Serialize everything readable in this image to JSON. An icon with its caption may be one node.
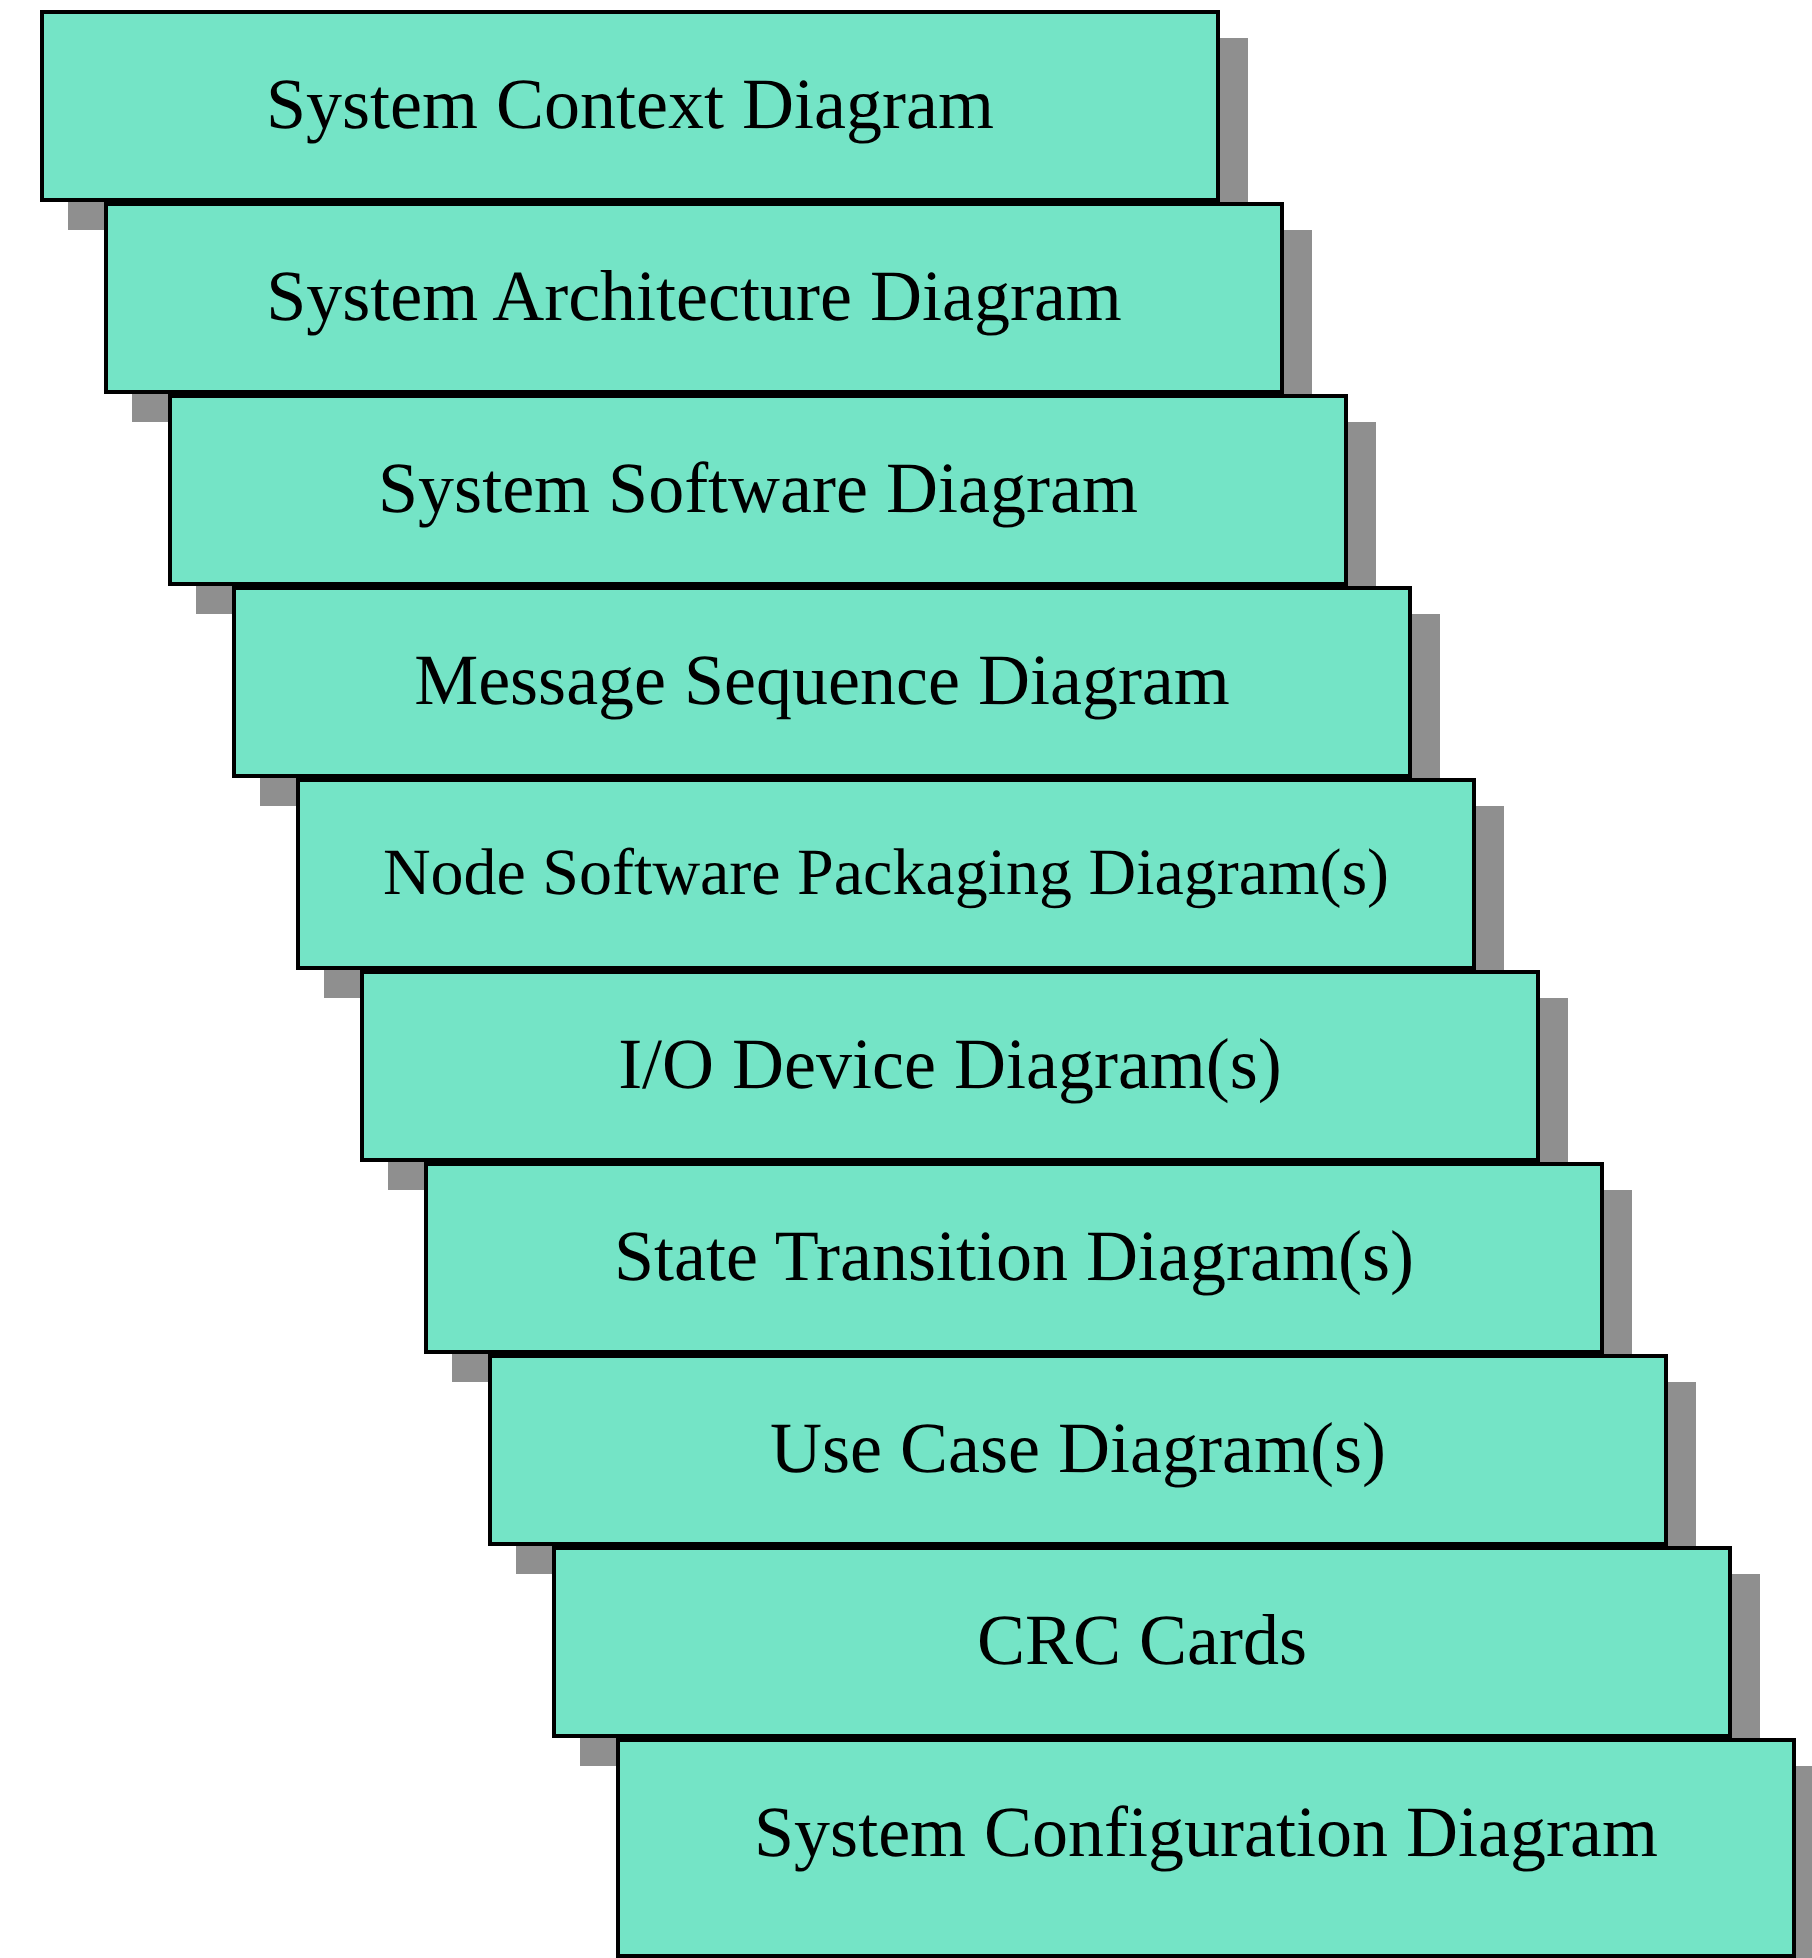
{
  "diagram": {
    "nodes": [
      {
        "text": [
          "System Context Diagram"
        ]
      },
      {
        "text": [
          "System Architecture Diagram"
        ]
      },
      {
        "text": [
          "System Software Diagram"
        ]
      },
      {
        "text": [
          "Message Sequence Diagram"
        ]
      },
      {
        "text": [
          "Node Software Packaging Diagram(s)"
        ]
      },
      {
        "text": [
          "I/O Device Diagram(s)"
        ]
      },
      {
        "text": [
          "State Transition Diagram(s)"
        ]
      },
      {
        "text": [
          "Use Case Diagram(s)"
        ]
      },
      {
        "text": [
          "CRC Cards"
        ]
      },
      {
        "text": [
          "System Configuration Diagram"
        ]
      }
    ]
  }
}
